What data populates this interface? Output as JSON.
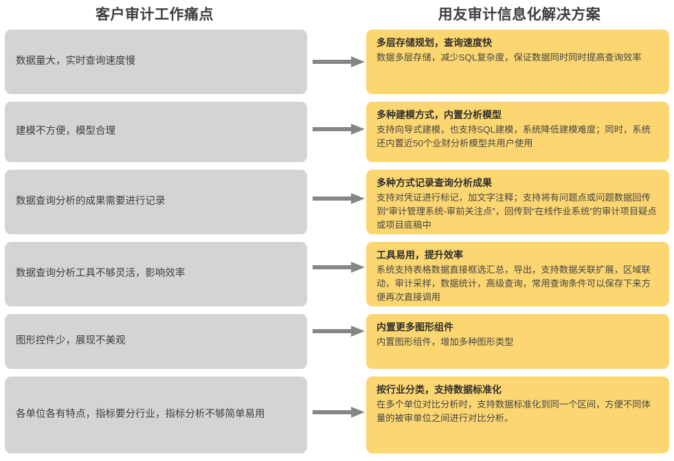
{
  "headings": {
    "left": "客户审计工作痛点",
    "right": "用友审计信息化解决方案"
  },
  "colors": {
    "pain_box": "#d4d4d4",
    "solution_box": "#fcd670",
    "arrow": "#868686",
    "heading_text": "#3d3d3d",
    "body_text": "#474747",
    "page_background": "#ffffff"
  },
  "icons": {
    "arrow": "right-arrow-icon"
  },
  "rows": [
    {
      "pain": "数据量大，实时查询速度慢",
      "solution_title": "多层存储规划，查询速度快",
      "solution_desc": "数据多层存储，减少SQL复杂度，保证数据同时同时提高查询效率"
    },
    {
      "pain": "建模不方便，模型合理",
      "solution_title": "多种建模方式，内置分析模型",
      "solution_desc": "支持向导式建模，也支持SQL建模，系统降低建模难度；同时，系统还内置近50个业财分析模型共用户使用"
    },
    {
      "pain": "数据查询分析的成果需要进行记录",
      "solution_title": "多种方式记录查询分析成果",
      "solution_desc": "支持对凭证进行标记，加文字注释；支持将有问题点或问题数据回传到“审计管理系统-审前关注点”，回传到“在线作业系统”的审计项目疑点或项目底稿中"
    },
    {
      "pain": "数据查询分析工具不够灵活，影响效率",
      "solution_title": "工具易用，提升效率",
      "solution_desc": "系统支持表格数据直接框选汇总，导出，支持数据关联扩展，区域联动，审计采样，数据统计，高级查询，常用查询条件可以保存下来方便再次直接调用"
    },
    {
      "pain": "图形控件少，展现不美观",
      "solution_title": "内置更多图形组件",
      "solution_desc": "内置图形组件，增加多种图形类型"
    },
    {
      "pain": "各单位各有特点，指标要分行业，指标分析不够简单易用",
      "solution_title": "按行业分类，支持数据标准化",
      "solution_desc": "在多个单位对比分析时，支持数据标准化到同一个区间，方便不同体量的被审单位之间进行对比分析。"
    }
  ]
}
